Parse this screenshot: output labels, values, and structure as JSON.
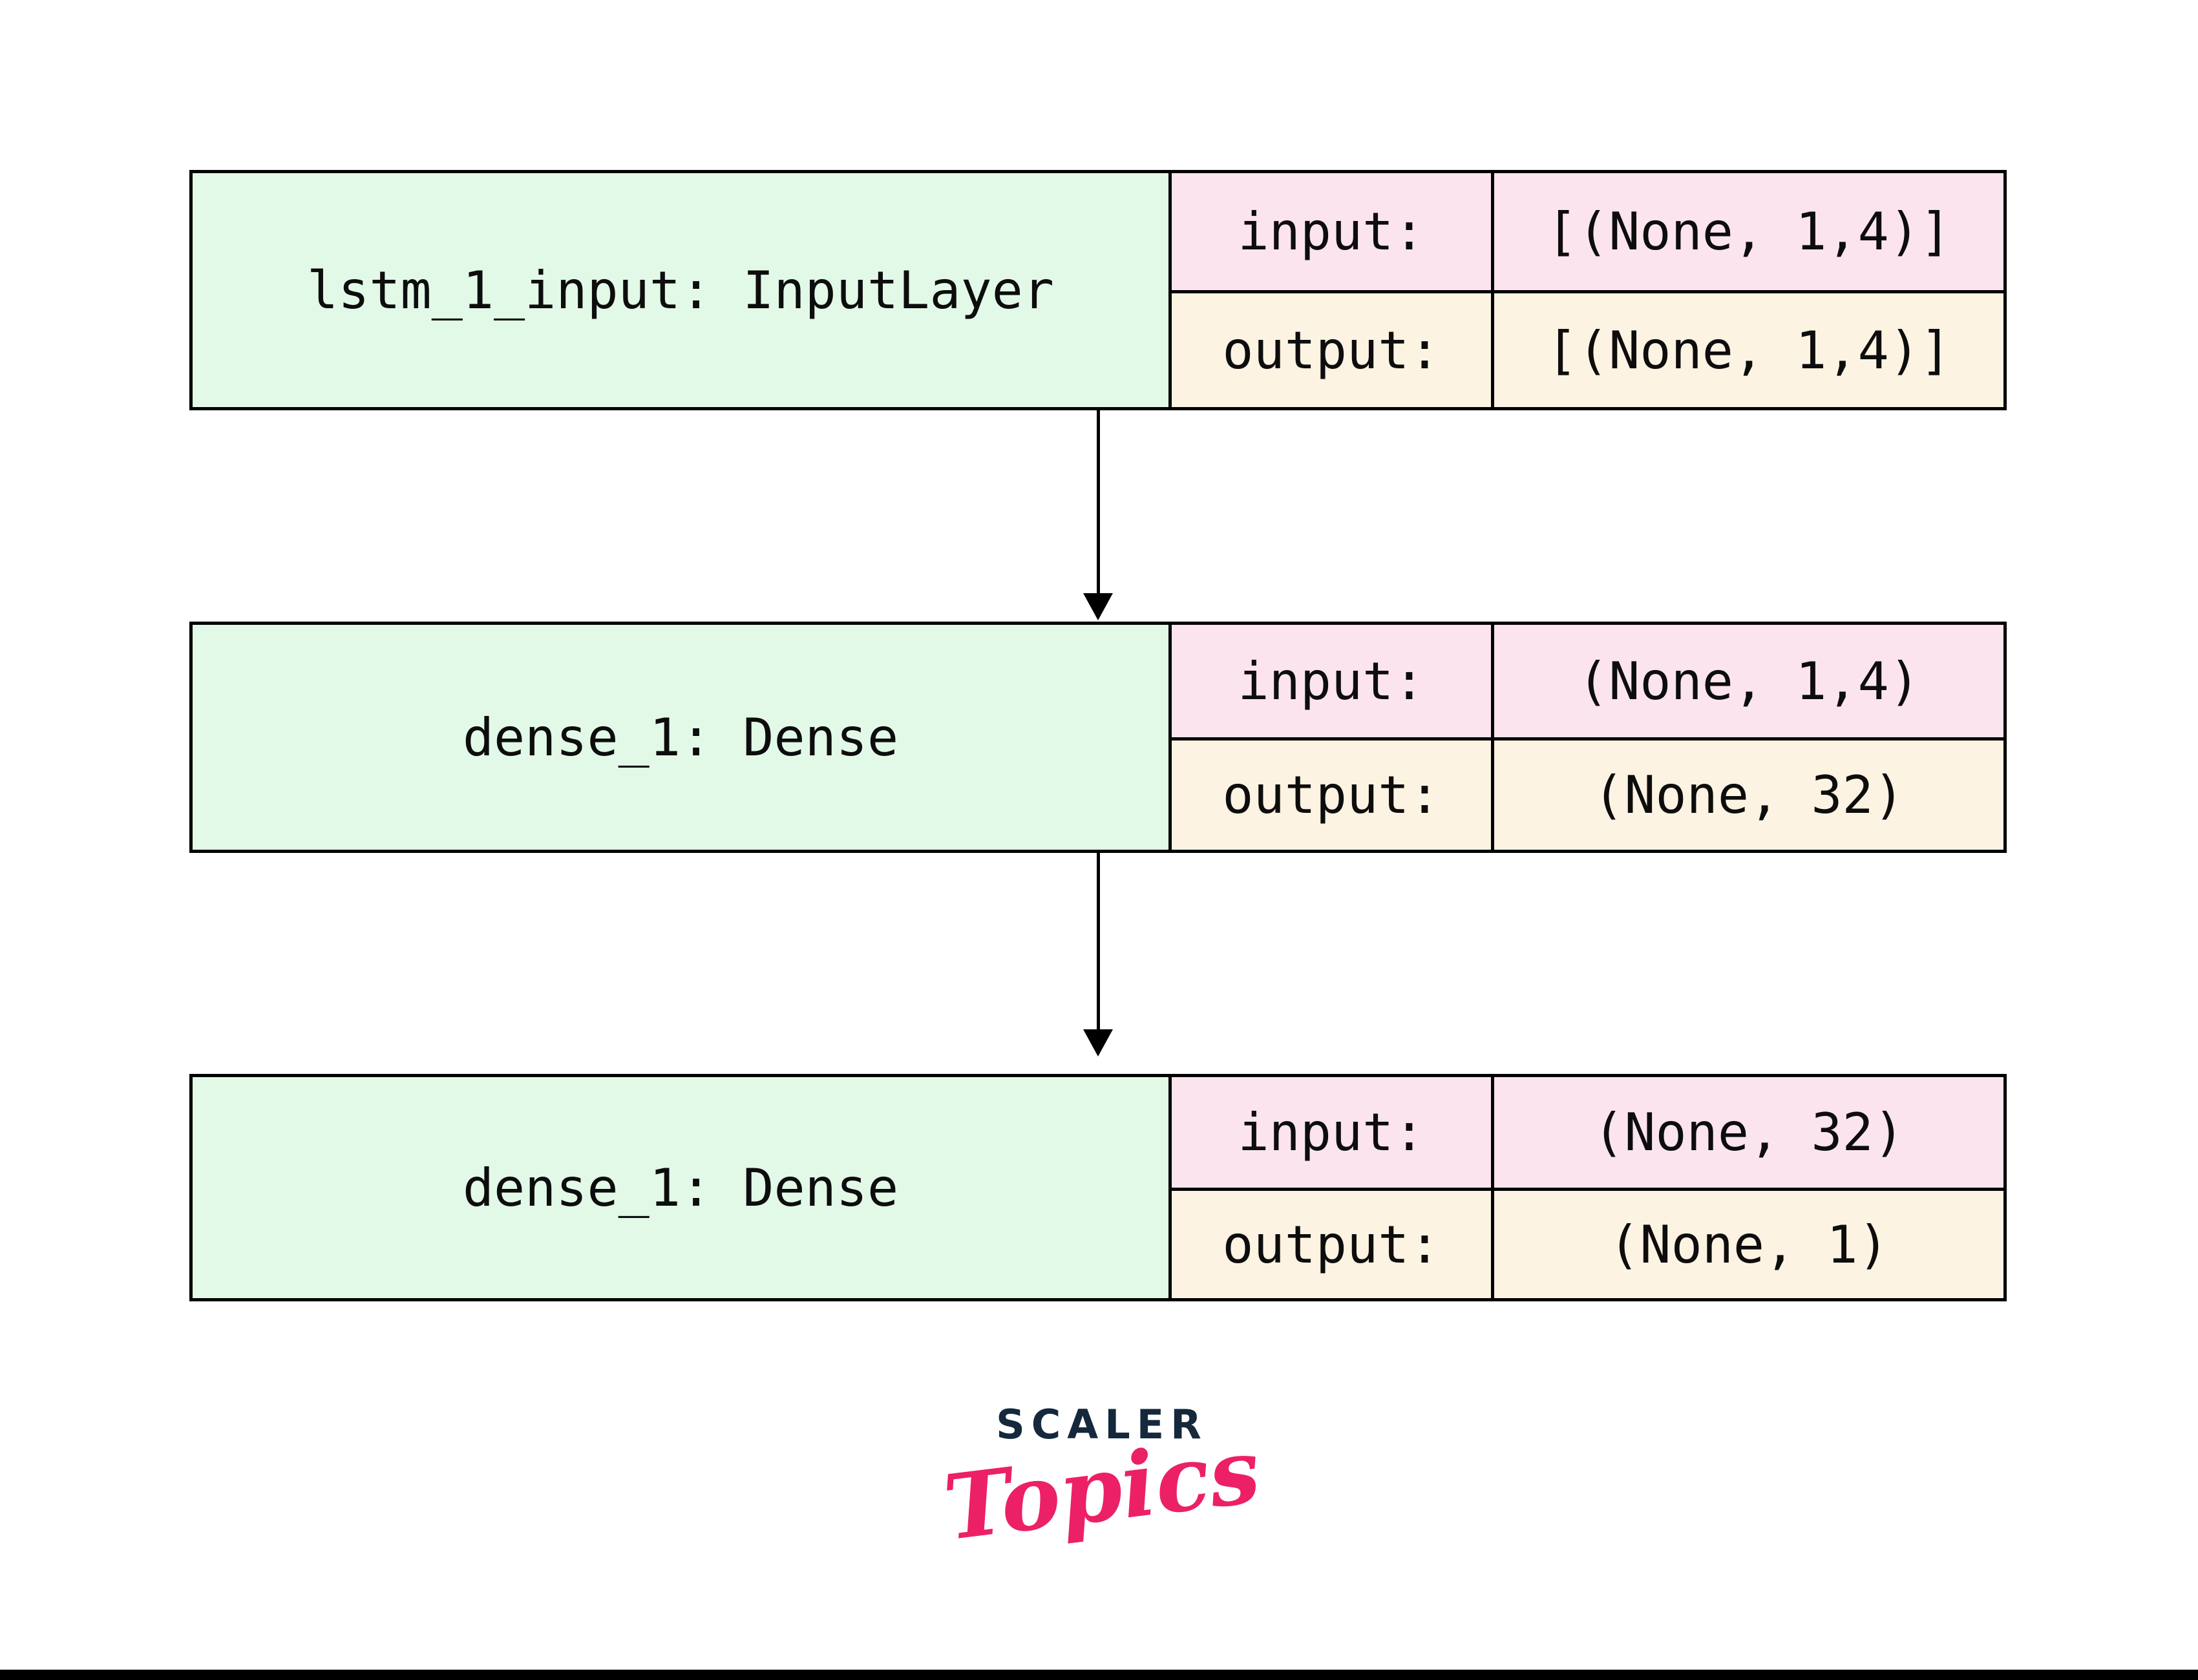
{
  "diagram": {
    "type": "keras-model-plot",
    "colors": {
      "layer_name_bg": "#e2f9e8",
      "input_row_bg": "#fce4ef",
      "output_row_bg": "#fdf3e2",
      "border": "#000000",
      "arrow": "#000000"
    },
    "layers": [
      {
        "name": "lstm_1_input: InputLayer",
        "input_label": "input:",
        "input_shape": "[(None, 1,4)]",
        "output_label": "output:",
        "output_shape": "[(None, 1,4)]"
      },
      {
        "name": "dense_1: Dense",
        "input_label": "input:",
        "input_shape": "(None, 1,4)",
        "output_label": "output:",
        "output_shape": "(None, 32)"
      },
      {
        "name": "dense_1: Dense",
        "input_label": "input:",
        "input_shape": "(None, 32)",
        "output_label": "output:",
        "output_shape": "(None, 1)"
      }
    ]
  },
  "logo": {
    "brand": "SCALER",
    "subbrand": "Topics",
    "brand_color": "#15283c",
    "accent_color": "#ec2066"
  }
}
